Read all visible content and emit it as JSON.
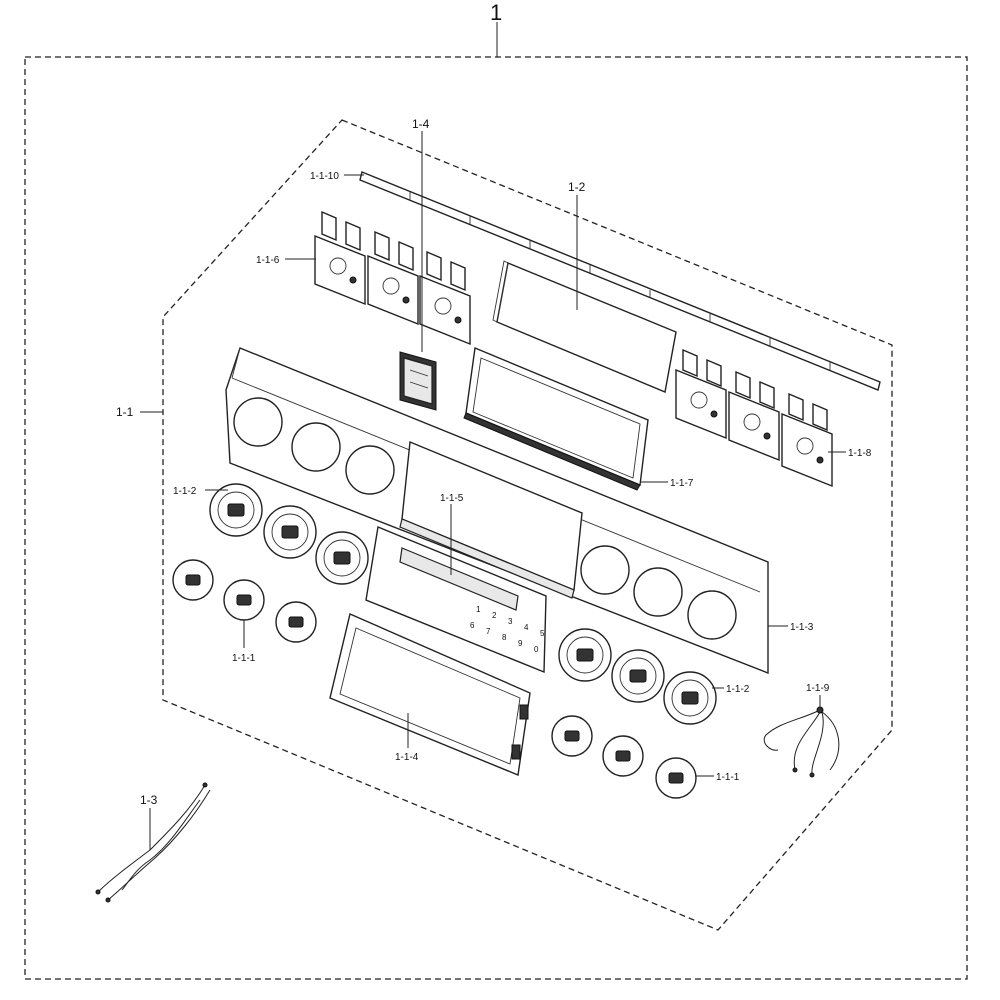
{
  "labels": {
    "assembly": "1",
    "control_panel_assy": "1-1",
    "knob_small": "1-1-1",
    "knob_large_left": "1-1-2",
    "knob_large_right": "1-1-2",
    "panel_body": "1-1-3",
    "display_frame": "1-1-4",
    "touch_pcb": "1-1-5",
    "bracket_left": "1-1-6",
    "display_housing": "1-1-7",
    "bracket_right": "1-1-8",
    "wire_harness_small": "1-1-9",
    "top_rail": "1-1-10",
    "pcb_main": "1-2",
    "wire_harness": "1-3",
    "sub_pcb": "1-4",
    "knob_small_right": "1-1-1"
  },
  "keypad": {
    "keys": [
      "1",
      "2",
      "3",
      "4",
      "5",
      "6",
      "7",
      "8",
      "9",
      "0"
    ]
  }
}
